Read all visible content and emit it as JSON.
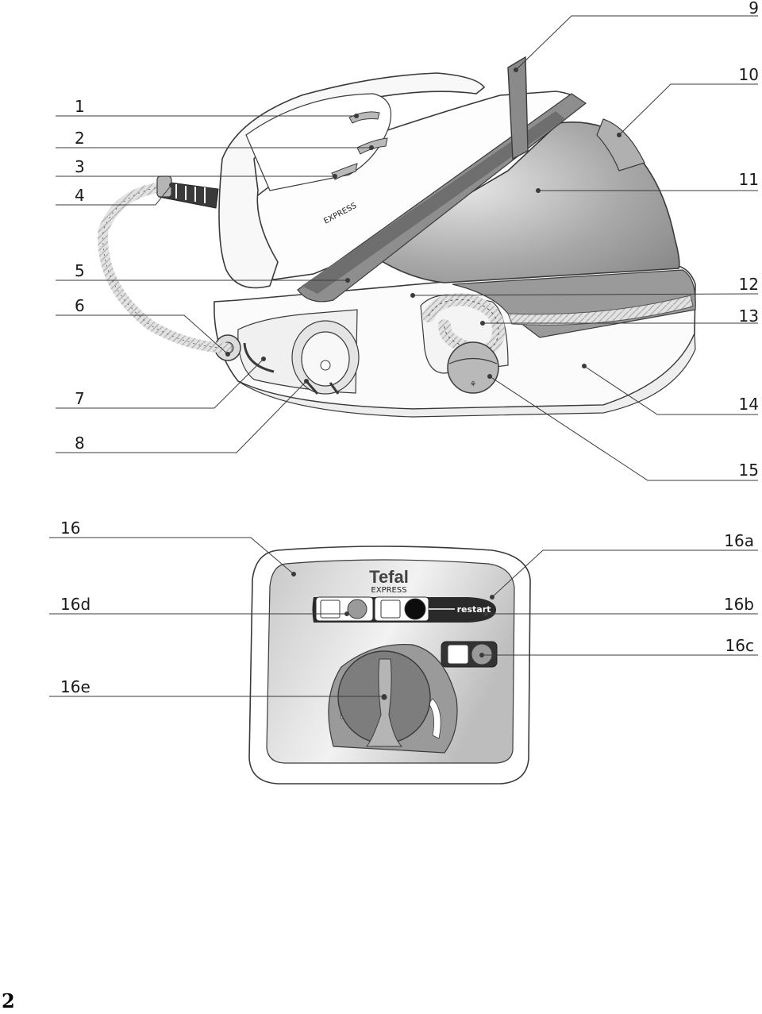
{
  "labels_left": {
    "l1": "1",
    "l2": "2",
    "l3": "3",
    "l4": "4",
    "l5": "5",
    "l6": "6",
    "l7": "7",
    "l8": "8",
    "l16": "16",
    "l16d": "16d",
    "l16e": "16e"
  },
  "labels_right": {
    "l9": "9",
    "l10": "10",
    "l11": "11",
    "l12": "12",
    "l13": "13",
    "l14": "14",
    "l15": "15",
    "l16a": "16a",
    "l16b": "16b",
    "l16c": "16c"
  },
  "product_text": {
    "iron_model": "EXPRESS",
    "panel_brand": "Tefal",
    "panel_model": "EXPRESS",
    "restart_label": "restart"
  },
  "page_number": "2",
  "colors": {
    "line": "#3a3a3a",
    "dark_gray": "#8e8e8e",
    "mid_gray": "#b4b4b4",
    "light_gray": "#dcdcdc",
    "black": "#111111"
  }
}
